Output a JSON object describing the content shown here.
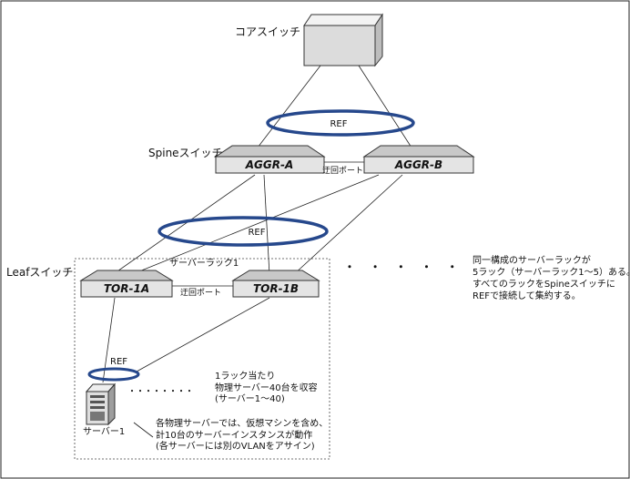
{
  "labels": {
    "core": "コアスイッチ",
    "spine": "Spineスイッチ",
    "leaf": "Leafスイッチ",
    "ref_top": "REF",
    "ref_mid": "REF",
    "ref_bottom": "REF",
    "detour_top": "迂回ポート",
    "detour_bottom": "迂回ポート",
    "rack": "サーバーラック1",
    "server": "サーバー1",
    "dots_right": "・ ・ ・ ・ ・",
    "dots_middle": "・・・・・・・・"
  },
  "switches": {
    "aggr_a": "AGGR-A",
    "aggr_b": "AGGR-B",
    "tor_1a": "TOR-1A",
    "tor_1b": "TOR-1B"
  },
  "notes": {
    "per_rack": [
      "1ラック当たり",
      "物理サーバー40台を収容",
      "(サーバー1～40)"
    ],
    "per_server": [
      "各物理サーバーでは、仮想マシンを含め、",
      "計10台のサーバーインスタンスが動作",
      "(各サーバーには別のVLANをアサイン)"
    ],
    "racks": [
      "同一構成のサーバーラックが",
      "5ラック（サーバーラック1～5）ある。",
      "すべてのラックをSpineスイッチに",
      "REFで接続して集約する。"
    ]
  }
}
